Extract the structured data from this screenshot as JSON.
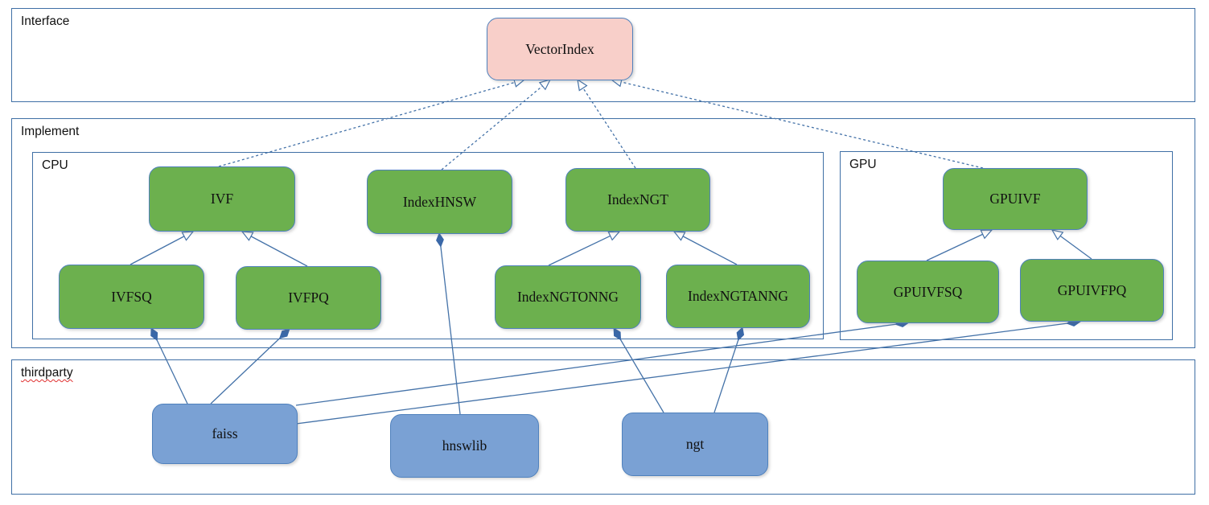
{
  "diagram": {
    "type": "uml-class-diagram",
    "containers": {
      "interface": {
        "label": "Interface"
      },
      "implement": {
        "label": "Implement"
      },
      "cpu": {
        "label": "CPU"
      },
      "gpu": {
        "label": "GPU"
      },
      "thirdparty": {
        "label": "thirdparty",
        "spellcheck_underline": true
      }
    },
    "nodes": {
      "vectorindex": {
        "label": "VectorIndex",
        "group": "interface",
        "color": "#f8cfc9"
      },
      "ivf": {
        "label": "IVF",
        "group": "cpu",
        "color": "#6cb04e"
      },
      "indexhnsw": {
        "label": "IndexHNSW",
        "group": "cpu",
        "color": "#6cb04e"
      },
      "indexngt": {
        "label": "IndexNGT",
        "group": "cpu",
        "color": "#6cb04e"
      },
      "ivfsq": {
        "label": "IVFSQ",
        "group": "cpu",
        "color": "#6cb04e"
      },
      "ivfpq": {
        "label": "IVFPQ",
        "group": "cpu",
        "color": "#6cb04e"
      },
      "indexngtonng": {
        "label": "IndexNGTONNG",
        "group": "cpu",
        "color": "#6cb04e"
      },
      "indexngtanng": {
        "label": "IndexNGTANNG",
        "group": "cpu",
        "color": "#6cb04e"
      },
      "gpuivf": {
        "label": "GPUIVF",
        "group": "gpu",
        "color": "#6cb04e"
      },
      "gpuivfsq": {
        "label": "GPUIVFSQ",
        "group": "gpu",
        "color": "#6cb04e"
      },
      "gpuivfpq": {
        "label": "GPUIVFPQ",
        "group": "gpu",
        "color": "#6cb04e"
      },
      "faiss": {
        "label": "faiss",
        "group": "thirdparty",
        "color": "#7aa1d4"
      },
      "hnswlib": {
        "label": "hnswlib",
        "group": "thirdparty",
        "color": "#7aa1d4"
      },
      "ngt": {
        "label": "ngt",
        "group": "thirdparty",
        "color": "#7aa1d4"
      }
    },
    "edges": [
      {
        "from": "IVF",
        "to": "VectorIndex",
        "type": "realization",
        "line": "dashed",
        "head": "hollow-triangle"
      },
      {
        "from": "IndexHNSW",
        "to": "VectorIndex",
        "type": "realization",
        "line": "dashed",
        "head": "hollow-triangle"
      },
      {
        "from": "IndexNGT",
        "to": "VectorIndex",
        "type": "realization",
        "line": "dashed",
        "head": "hollow-triangle"
      },
      {
        "from": "GPUIVF",
        "to": "VectorIndex",
        "type": "realization",
        "line": "dashed",
        "head": "hollow-triangle"
      },
      {
        "from": "IVFSQ",
        "to": "IVF",
        "type": "generalization",
        "line": "solid",
        "head": "hollow-triangle"
      },
      {
        "from": "IVFPQ",
        "to": "IVF",
        "type": "generalization",
        "line": "solid",
        "head": "hollow-triangle"
      },
      {
        "from": "IndexNGTONNG",
        "to": "IndexNGT",
        "type": "generalization",
        "line": "solid",
        "head": "hollow-triangle"
      },
      {
        "from": "IndexNGTANNG",
        "to": "IndexNGT",
        "type": "generalization",
        "line": "solid",
        "head": "hollow-triangle"
      },
      {
        "from": "GPUIVFSQ",
        "to": "GPUIVF",
        "type": "generalization",
        "line": "solid",
        "head": "hollow-triangle"
      },
      {
        "from": "GPUIVFPQ",
        "to": "GPUIVF",
        "type": "generalization",
        "line": "solid",
        "head": "hollow-triangle"
      },
      {
        "from": "faiss",
        "to": "IVFSQ",
        "type": "composition",
        "line": "solid",
        "head": "filled-diamond"
      },
      {
        "from": "faiss",
        "to": "IVFPQ",
        "type": "composition",
        "line": "solid",
        "head": "filled-diamond"
      },
      {
        "from": "faiss",
        "to": "GPUIVFSQ",
        "type": "composition",
        "line": "solid",
        "head": "filled-diamond"
      },
      {
        "from": "faiss",
        "to": "GPUIVFPQ",
        "type": "composition",
        "line": "solid",
        "head": "filled-diamond"
      },
      {
        "from": "hnswlib",
        "to": "IndexHNSW",
        "type": "composition",
        "line": "solid",
        "head": "filled-diamond"
      },
      {
        "from": "ngt",
        "to": "IndexNGTONNG",
        "type": "composition",
        "line": "solid",
        "head": "filled-diamond"
      },
      {
        "from": "ngt",
        "to": "IndexNGTANNG",
        "type": "composition",
        "line": "solid",
        "head": "filled-diamond"
      }
    ],
    "colors": {
      "node_green": "#6cb04e",
      "node_blue": "#7aa1d4",
      "node_pink": "#f8cfc9",
      "node_border": "#4f81bd",
      "container_border": "#3f6fa5",
      "connector": "#4472a8",
      "diamond_fill": "#3a68a8",
      "spellcheck": "#e03030",
      "background": "#ffffff"
    }
  }
}
